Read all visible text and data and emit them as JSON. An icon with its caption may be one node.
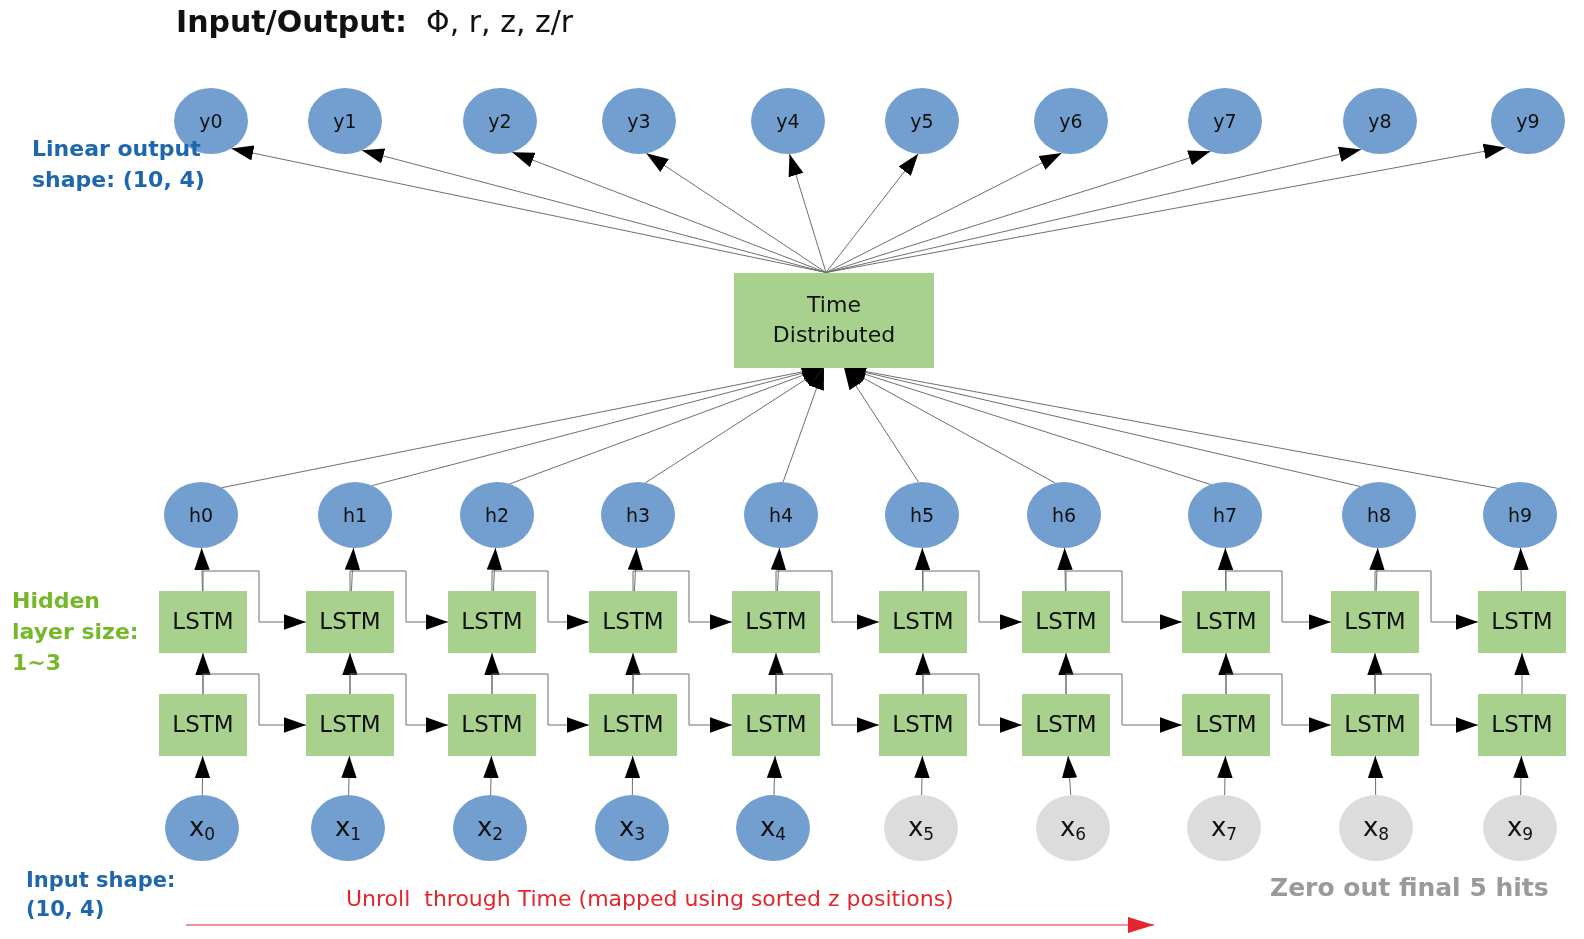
{
  "diagram": {
    "title": "**Input/Output:**  Φ, r, z, z/r",
    "nodes": [
      {
        "text": [
          "y0"
        ]
      },
      {
        "text": [
          "y1"
        ]
      },
      {
        "text": [
          "y2"
        ]
      },
      {
        "text": [
          "y3"
        ]
      },
      {
        "text": [
          "y4"
        ]
      },
      {
        "text": [
          "y5"
        ]
      },
      {
        "text": [
          "y6"
        ]
      },
      {
        "text": [
          "y7"
        ]
      },
      {
        "text": [
          "y8"
        ]
      },
      {
        "text": [
          "y9"
        ]
      },
      {
        "text": [
          "Time Distributed"
        ]
      },
      {
        "text": [
          "h0"
        ]
      },
      {
        "text": [
          "h1"
        ]
      },
      {
        "text": [
          "h2"
        ]
      },
      {
        "text": [
          "h3"
        ]
      },
      {
        "text": [
          "h4"
        ]
      },
      {
        "text": [
          "h5"
        ]
      },
      {
        "text": [
          "h6"
        ]
      },
      {
        "text": [
          "h7"
        ]
      },
      {
        "text": [
          "h8"
        ]
      },
      {
        "text": [
          "h9"
        ]
      },
      {
        "text": [
          "LSTM"
        ]
      },
      {
        "text": [
          "LSTM"
        ]
      },
      {
        "text": [
          "LSTM"
        ]
      },
      {
        "text": [
          "LSTM"
        ]
      },
      {
        "text": [
          "LSTM"
        ]
      },
      {
        "text": [
          "LSTM"
        ]
      },
      {
        "text": [
          "LSTM"
        ]
      },
      {
        "text": [
          "LSTM"
        ]
      },
      {
        "text": [
          "LSTM"
        ]
      },
      {
        "text": [
          "LSTM"
        ]
      },
      {
        "text": [
          "LSTM"
        ]
      },
      {
        "text": [
          "LSTM"
        ]
      },
      {
        "text": [
          "LSTM"
        ]
      },
      {
        "text": [
          "LSTM"
        ]
      },
      {
        "text": [
          "LSTM"
        ]
      },
      {
        "text": [
          "LSTM"
        ]
      },
      {
        "text": [
          "LSTM"
        ]
      },
      {
        "text": [
          "LSTM"
        ]
      },
      {
        "text": [
          "LSTM"
        ]
      },
      {
        "text": [
          "LSTM"
        ]
      },
      {
        "text": [
          "x$_{0}$"
        ]
      },
      {
        "text": [
          "x$_{1}$"
        ]
      },
      {
        "text": [
          "x$_{2}$"
        ]
      },
      {
        "text": [
          "x$_{3}$"
        ]
      },
      {
        "text": [
          "x$_{4}$"
        ]
      },
      {
        "text": [
          "x$_{5}$"
        ]
      },
      {
        "text": [
          "x$_{6}$"
        ]
      },
      {
        "text": [
          "x$_{7}$"
        ]
      },
      {
        "text": [
          "x$_{8}$"
        ]
      },
      {
        "text": [
          "x$_{9}$"
        ]
      }
    ],
    "edges": [
      {
        "from": 10,
        "to": 0,
        "arrow": "to"
      },
      {
        "from": 10,
        "to": 1,
        "arrow": "to"
      },
      {
        "from": 10,
        "to": 2,
        "arrow": "to"
      },
      {
        "from": 10,
        "to": 3,
        "arrow": "to"
      },
      {
        "from": 10,
        "to": 4,
        "arrow": "to"
      },
      {
        "from": 10,
        "to": 5,
        "arrow": "to"
      },
      {
        "from": 10,
        "to": 6,
        "arrow": "to"
      },
      {
        "from": 10,
        "to": 7,
        "arrow": "to"
      },
      {
        "from": 10,
        "to": 8,
        "arrow": "to"
      },
      {
        "from": 10,
        "to": 9,
        "arrow": "to"
      },
      {
        "from": 11,
        "to": 10,
        "arrow": "to"
      },
      {
        "from": 12,
        "to": 10,
        "arrow": "to"
      },
      {
        "from": 13,
        "to": 10,
        "arrow": "to"
      },
      {
        "from": 14,
        "to": 10,
        "arrow": "to"
      },
      {
        "from": 15,
        "to": 10,
        "arrow": "to"
      },
      {
        "from": 16,
        "to": 10,
        "arrow": "to"
      },
      {
        "from": 17,
        "to": 10,
        "arrow": "to"
      },
      {
        "from": 18,
        "to": 10,
        "arrow": "to"
      },
      {
        "from": 19,
        "to": 10,
        "arrow": "to"
      },
      {
        "from": 20,
        "to": 10,
        "arrow": "to"
      },
      {
        "from": 21,
        "to": 11,
        "arrow": "to"
      },
      {
        "from": 22,
        "to": 12,
        "arrow": "to"
      },
      {
        "from": 23,
        "to": 13,
        "arrow": "to"
      },
      {
        "from": 24,
        "to": 14,
        "arrow": "to"
      },
      {
        "from": 25,
        "to": 15,
        "arrow": "to"
      },
      {
        "from": 26,
        "to": 16,
        "arrow": "to"
      },
      {
        "from": 27,
        "to": 17,
        "arrow": "to"
      },
      {
        "from": 28,
        "to": 18,
        "arrow": "to"
      },
      {
        "from": 29,
        "to": 19,
        "arrow": "to"
      },
      {
        "from": 30,
        "to": 20,
        "arrow": "to"
      },
      {
        "from": 31,
        "to": 21,
        "arrow": "to"
      },
      {
        "from": 32,
        "to": 22,
        "arrow": "to"
      },
      {
        "from": 33,
        "to": 23,
        "arrow": "to"
      },
      {
        "from": 34,
        "to": 24,
        "arrow": "to"
      },
      {
        "from": 35,
        "to": 25,
        "arrow": "to"
      },
      {
        "from": 36,
        "to": 26,
        "arrow": "to"
      },
      {
        "from": 37,
        "to": 27,
        "arrow": "to"
      },
      {
        "from": 38,
        "to": 28,
        "arrow": "to"
      },
      {
        "from": 39,
        "to": 29,
        "arrow": "to"
      },
      {
        "from": 40,
        "to": 30,
        "arrow": "to"
      },
      {
        "from": 41,
        "to": 31,
        "arrow": "to"
      },
      {
        "from": 42,
        "to": 32,
        "arrow": "to"
      },
      {
        "from": 43,
        "to": 33,
        "arrow": "to"
      },
      {
        "from": 44,
        "to": 34,
        "arrow": "to"
      },
      {
        "from": 45,
        "to": 35,
        "arrow": "to"
      },
      {
        "from": 46,
        "to": 36,
        "arrow": "to"
      },
      {
        "from": 47,
        "to": 37,
        "arrow": "to"
      },
      {
        "from": 48,
        "to": 38,
        "arrow": "to"
      },
      {
        "from": 49,
        "to": 39,
        "arrow": "to"
      },
      {
        "from": 50,
        "to": 40,
        "arrow": "to"
      },
      {
        "from": 21,
        "to": 22,
        "arrow": "to"
      },
      {
        "from": 22,
        "to": 23,
        "arrow": "to"
      },
      {
        "from": 23,
        "to": 24,
        "arrow": "to"
      },
      {
        "from": 24,
        "to": 25,
        "arrow": "to"
      },
      {
        "from": 25,
        "to": 26,
        "arrow": "to"
      },
      {
        "from": 26,
        "to": 27,
        "arrow": "to"
      },
      {
        "from": 27,
        "to": 28,
        "arrow": "to"
      },
      {
        "from": 28,
        "to": 29,
        "arrow": "to"
      },
      {
        "from": 29,
        "to": 30,
        "arrow": "to"
      },
      {
        "from": 31,
        "to": 32,
        "arrow": "to"
      },
      {
        "from": 32,
        "to": 33,
        "arrow": "to"
      },
      {
        "from": 33,
        "to": 34,
        "arrow": "to"
      },
      {
        "from": 34,
        "to": 35,
        "arrow": "to"
      },
      {
        "from": 35,
        "to": 36,
        "arrow": "to"
      },
      {
        "from": 36,
        "to": 37,
        "arrow": "to"
      },
      {
        "from": 37,
        "to": 38,
        "arrow": "to"
      },
      {
        "from": 38,
        "to": 39,
        "arrow": "to"
      },
      {
        "from": 39,
        "to": 40,
        "arrow": "to"
      }
    ],
    "labels": [
      "Linear output shape: (10, 4)",
      "Hidden layer size: 1~3",
      "Input shape: (10, 4)",
      "Unroll  through Time (mapped using sorted z positions)",
      "Zero out final 5 hits"
    ]
  }
}
